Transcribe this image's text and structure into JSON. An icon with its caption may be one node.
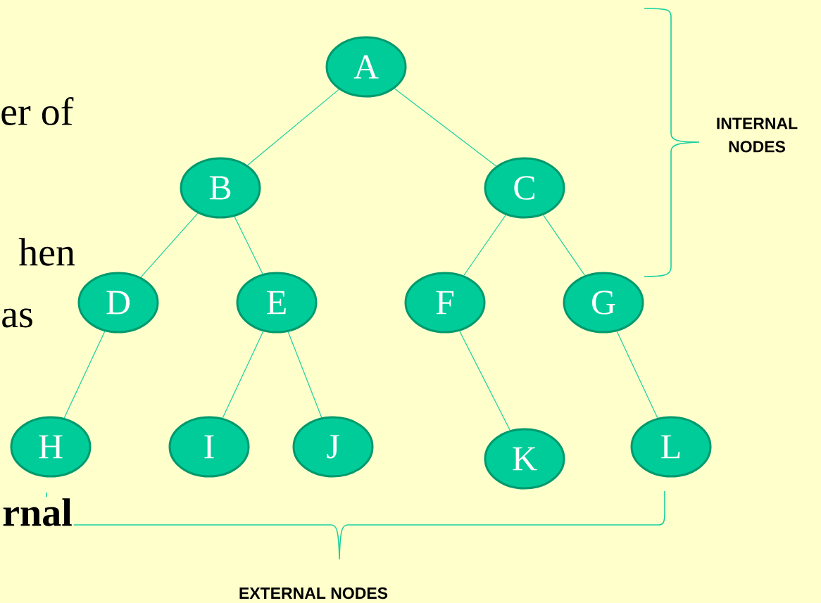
{
  "diagram": {
    "nodes": [
      {
        "text": [
          "A"
        ]
      },
      {
        "text": [
          "B"
        ]
      },
      {
        "text": [
          "C"
        ]
      },
      {
        "text": [
          "D"
        ]
      },
      {
        "text": [
          "E"
        ]
      },
      {
        "text": [
          "F"
        ]
      },
      {
        "text": [
          "G"
        ]
      },
      {
        "text": [
          "H"
        ]
      },
      {
        "text": [
          "I"
        ]
      },
      {
        "text": [
          "J"
        ]
      },
      {
        "text": [
          "K"
        ]
      },
      {
        "text": [
          "L"
        ]
      }
    ],
    "edges": [
      {
        "from": 0,
        "to": 1,
        "arrow": "none"
      },
      {
        "from": 0,
        "to": 2,
        "arrow": "none"
      },
      {
        "from": 1,
        "to": 3,
        "arrow": "none"
      },
      {
        "from": 1,
        "to": 4,
        "arrow": "none"
      },
      {
        "from": 2,
        "to": 5,
        "arrow": "none"
      },
      {
        "from": 2,
        "to": 6,
        "arrow": "none"
      },
      {
        "from": 3,
        "to": 7,
        "arrow": "none"
      },
      {
        "from": 4,
        "to": 8,
        "arrow": "none"
      },
      {
        "from": 4,
        "to": 9,
        "arrow": "none"
      },
      {
        "from": 5,
        "to": 10,
        "arrow": "none"
      },
      {
        "from": 6,
        "to": 11,
        "arrow": "none"
      }
    ],
    "labels": [
      "er of",
      "INTERNAL NODES",
      "hen",
      "as",
      "rnal",
      "EXTERNAL NODES"
    ]
  }
}
